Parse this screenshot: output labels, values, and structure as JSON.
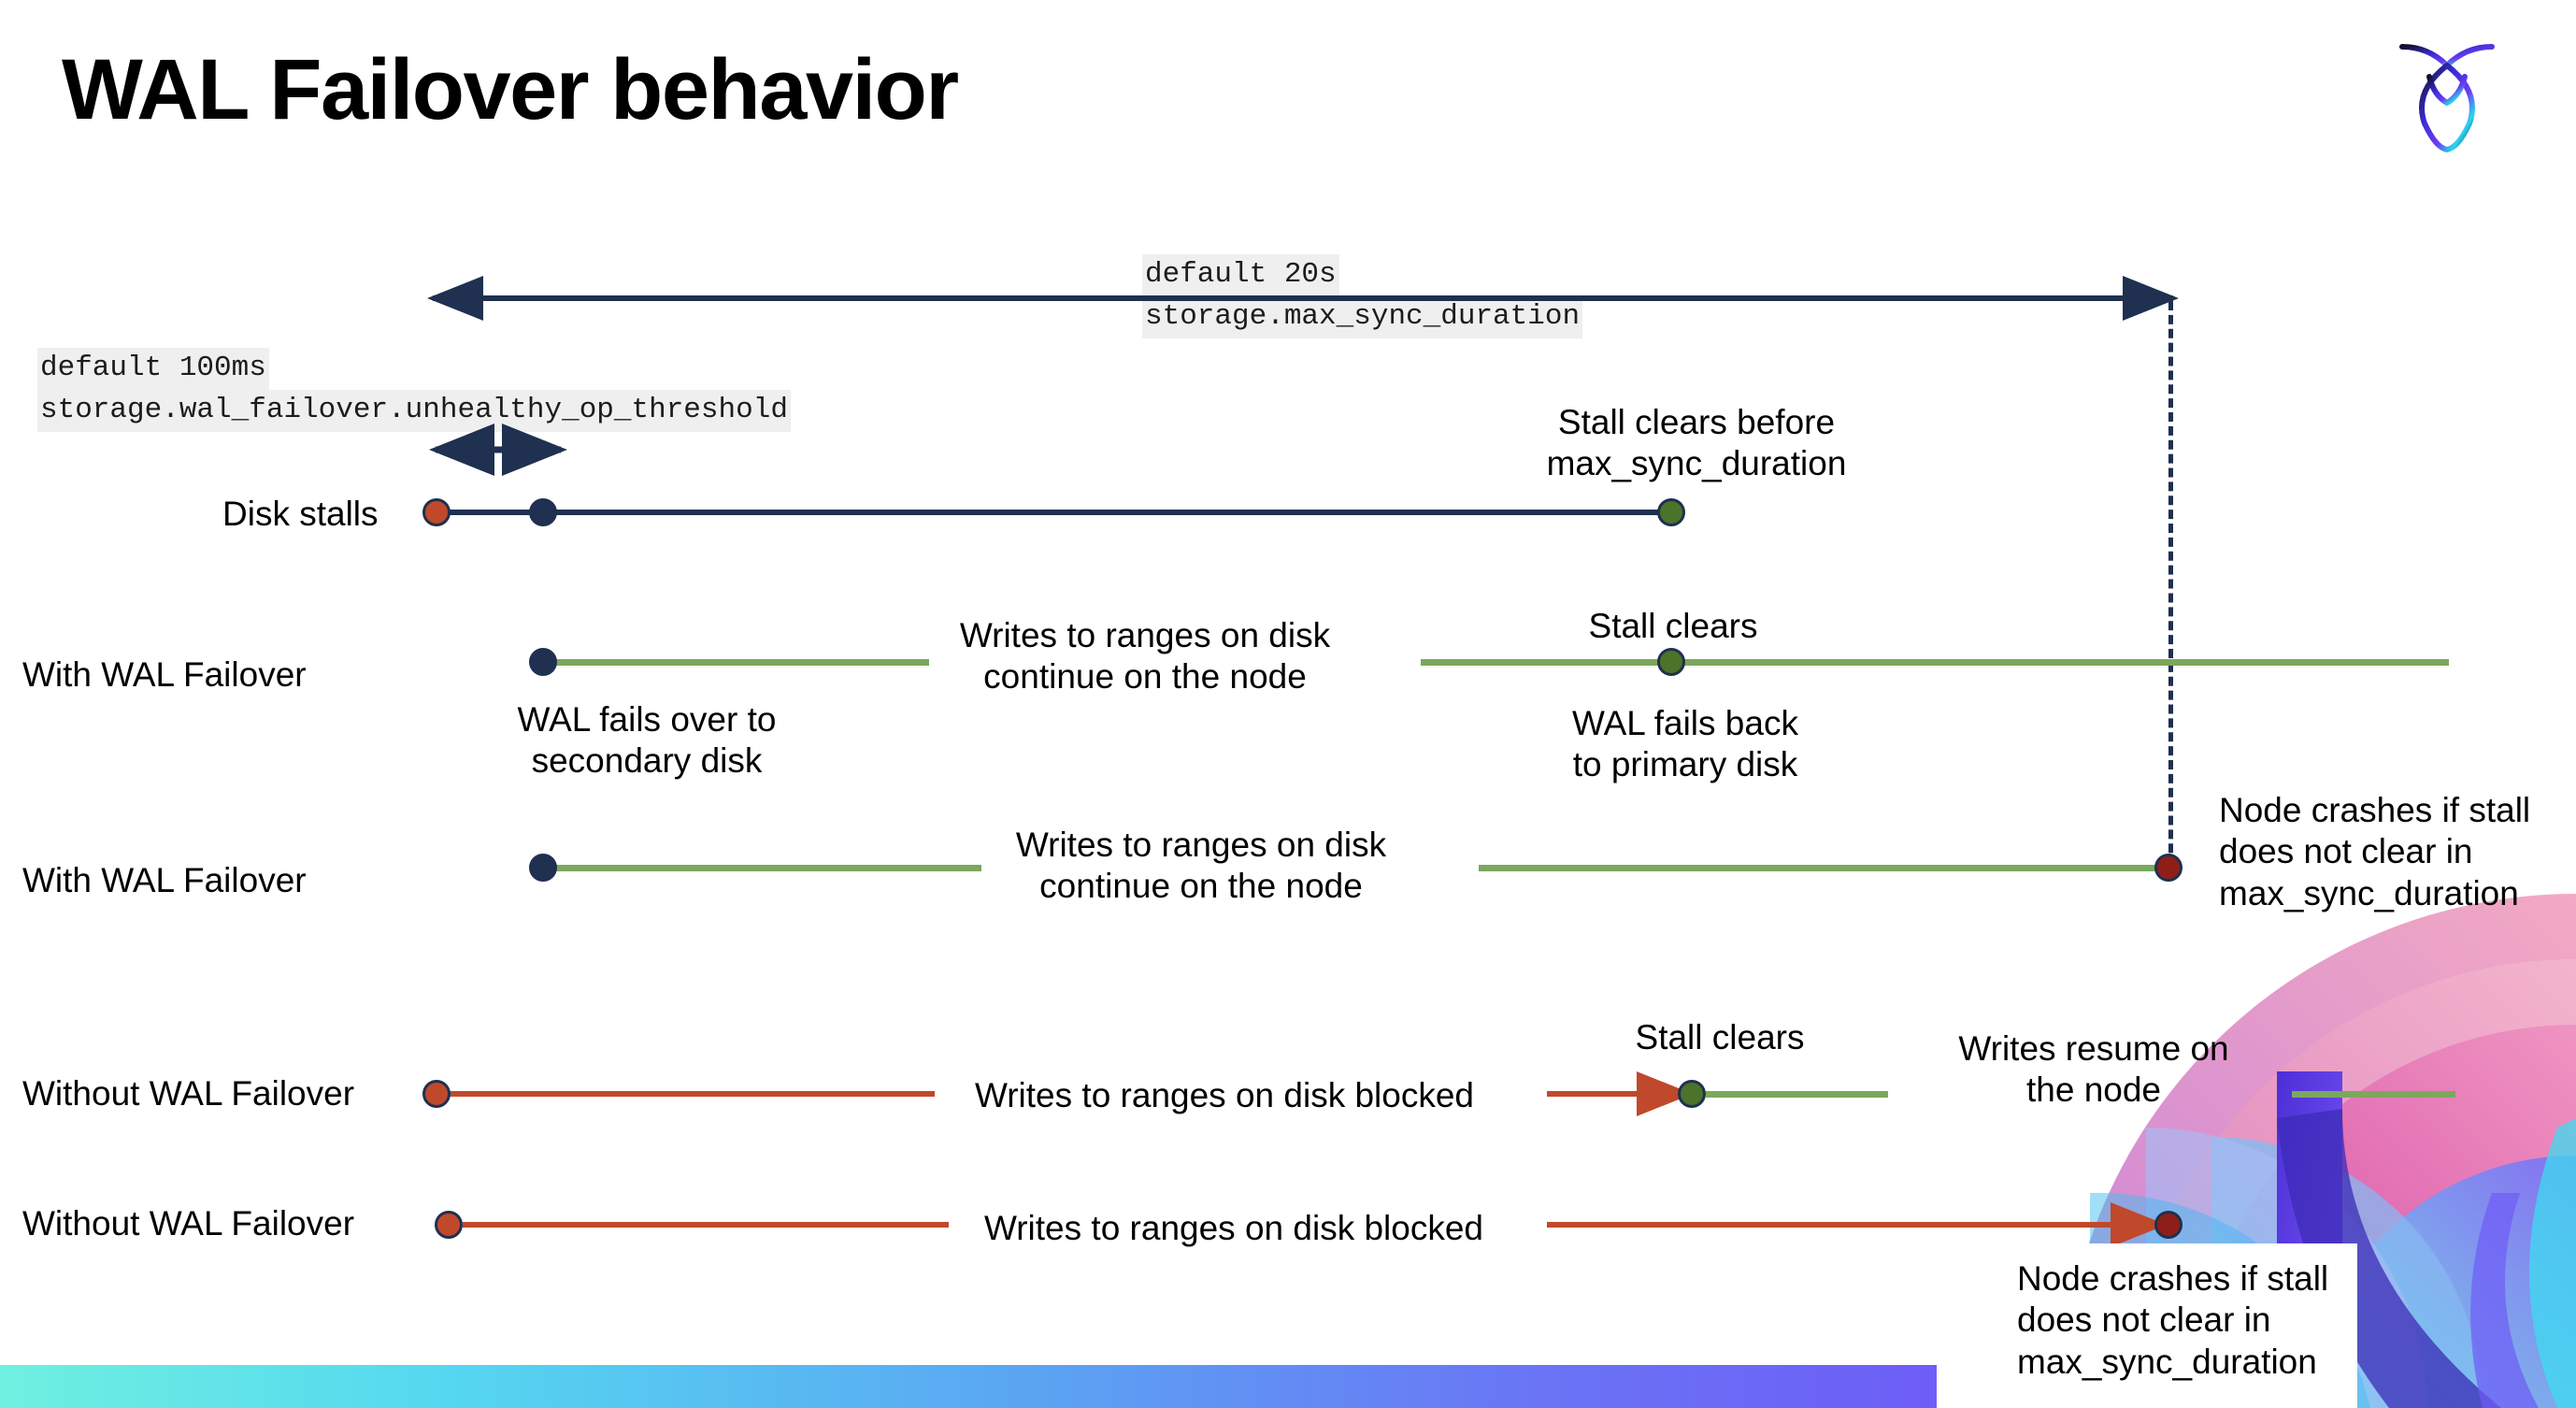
{
  "slide": {
    "title": "WAL Failover behavior",
    "logo_name": "cockroachdb-logo"
  },
  "settings": {
    "max_sync": {
      "default_label": "default 20s",
      "setting_name": "storage.max_sync_duration"
    },
    "unhealthy_op": {
      "default_label": "default 100ms",
      "setting_name": "storage.wal_failover.unhealthy_op_threshold"
    }
  },
  "rows": [
    {
      "label": "Disk stalls",
      "annotations": [
        "Stall clears before\nmax_sync_duration"
      ]
    },
    {
      "label": "With WAL Failover",
      "annotations": [
        "Writes to ranges on disk\ncontinue on the node",
        "Stall clears",
        "WAL fails over to\nsecondary disk",
        "WAL fails  back\nto primary disk"
      ]
    },
    {
      "label": "With WAL Failover",
      "annotations": [
        "Writes to ranges on disk\ncontinue on the node",
        "Node crashes if stall\ndoes not clear in\nmax_sync_duration"
      ]
    },
    {
      "label": "Without WAL Failover",
      "annotations": [
        "Writes to ranges on disk  blocked",
        "Stall clears",
        "Writes resume on\nthe node"
      ]
    },
    {
      "label": "Without WAL Failover",
      "annotations": [
        "Writes to ranges on disk  blocked",
        "Node crashes if stall\ndoes not clear in\nmax_sync_duration"
      ]
    }
  ],
  "colors": {
    "navy": "#1f3050",
    "red": "#c0492b",
    "green_line": "#7ba85c",
    "green_dot": "#4b7329",
    "dark_red_dot": "#8e1f18",
    "code_bg": "#efefef"
  }
}
